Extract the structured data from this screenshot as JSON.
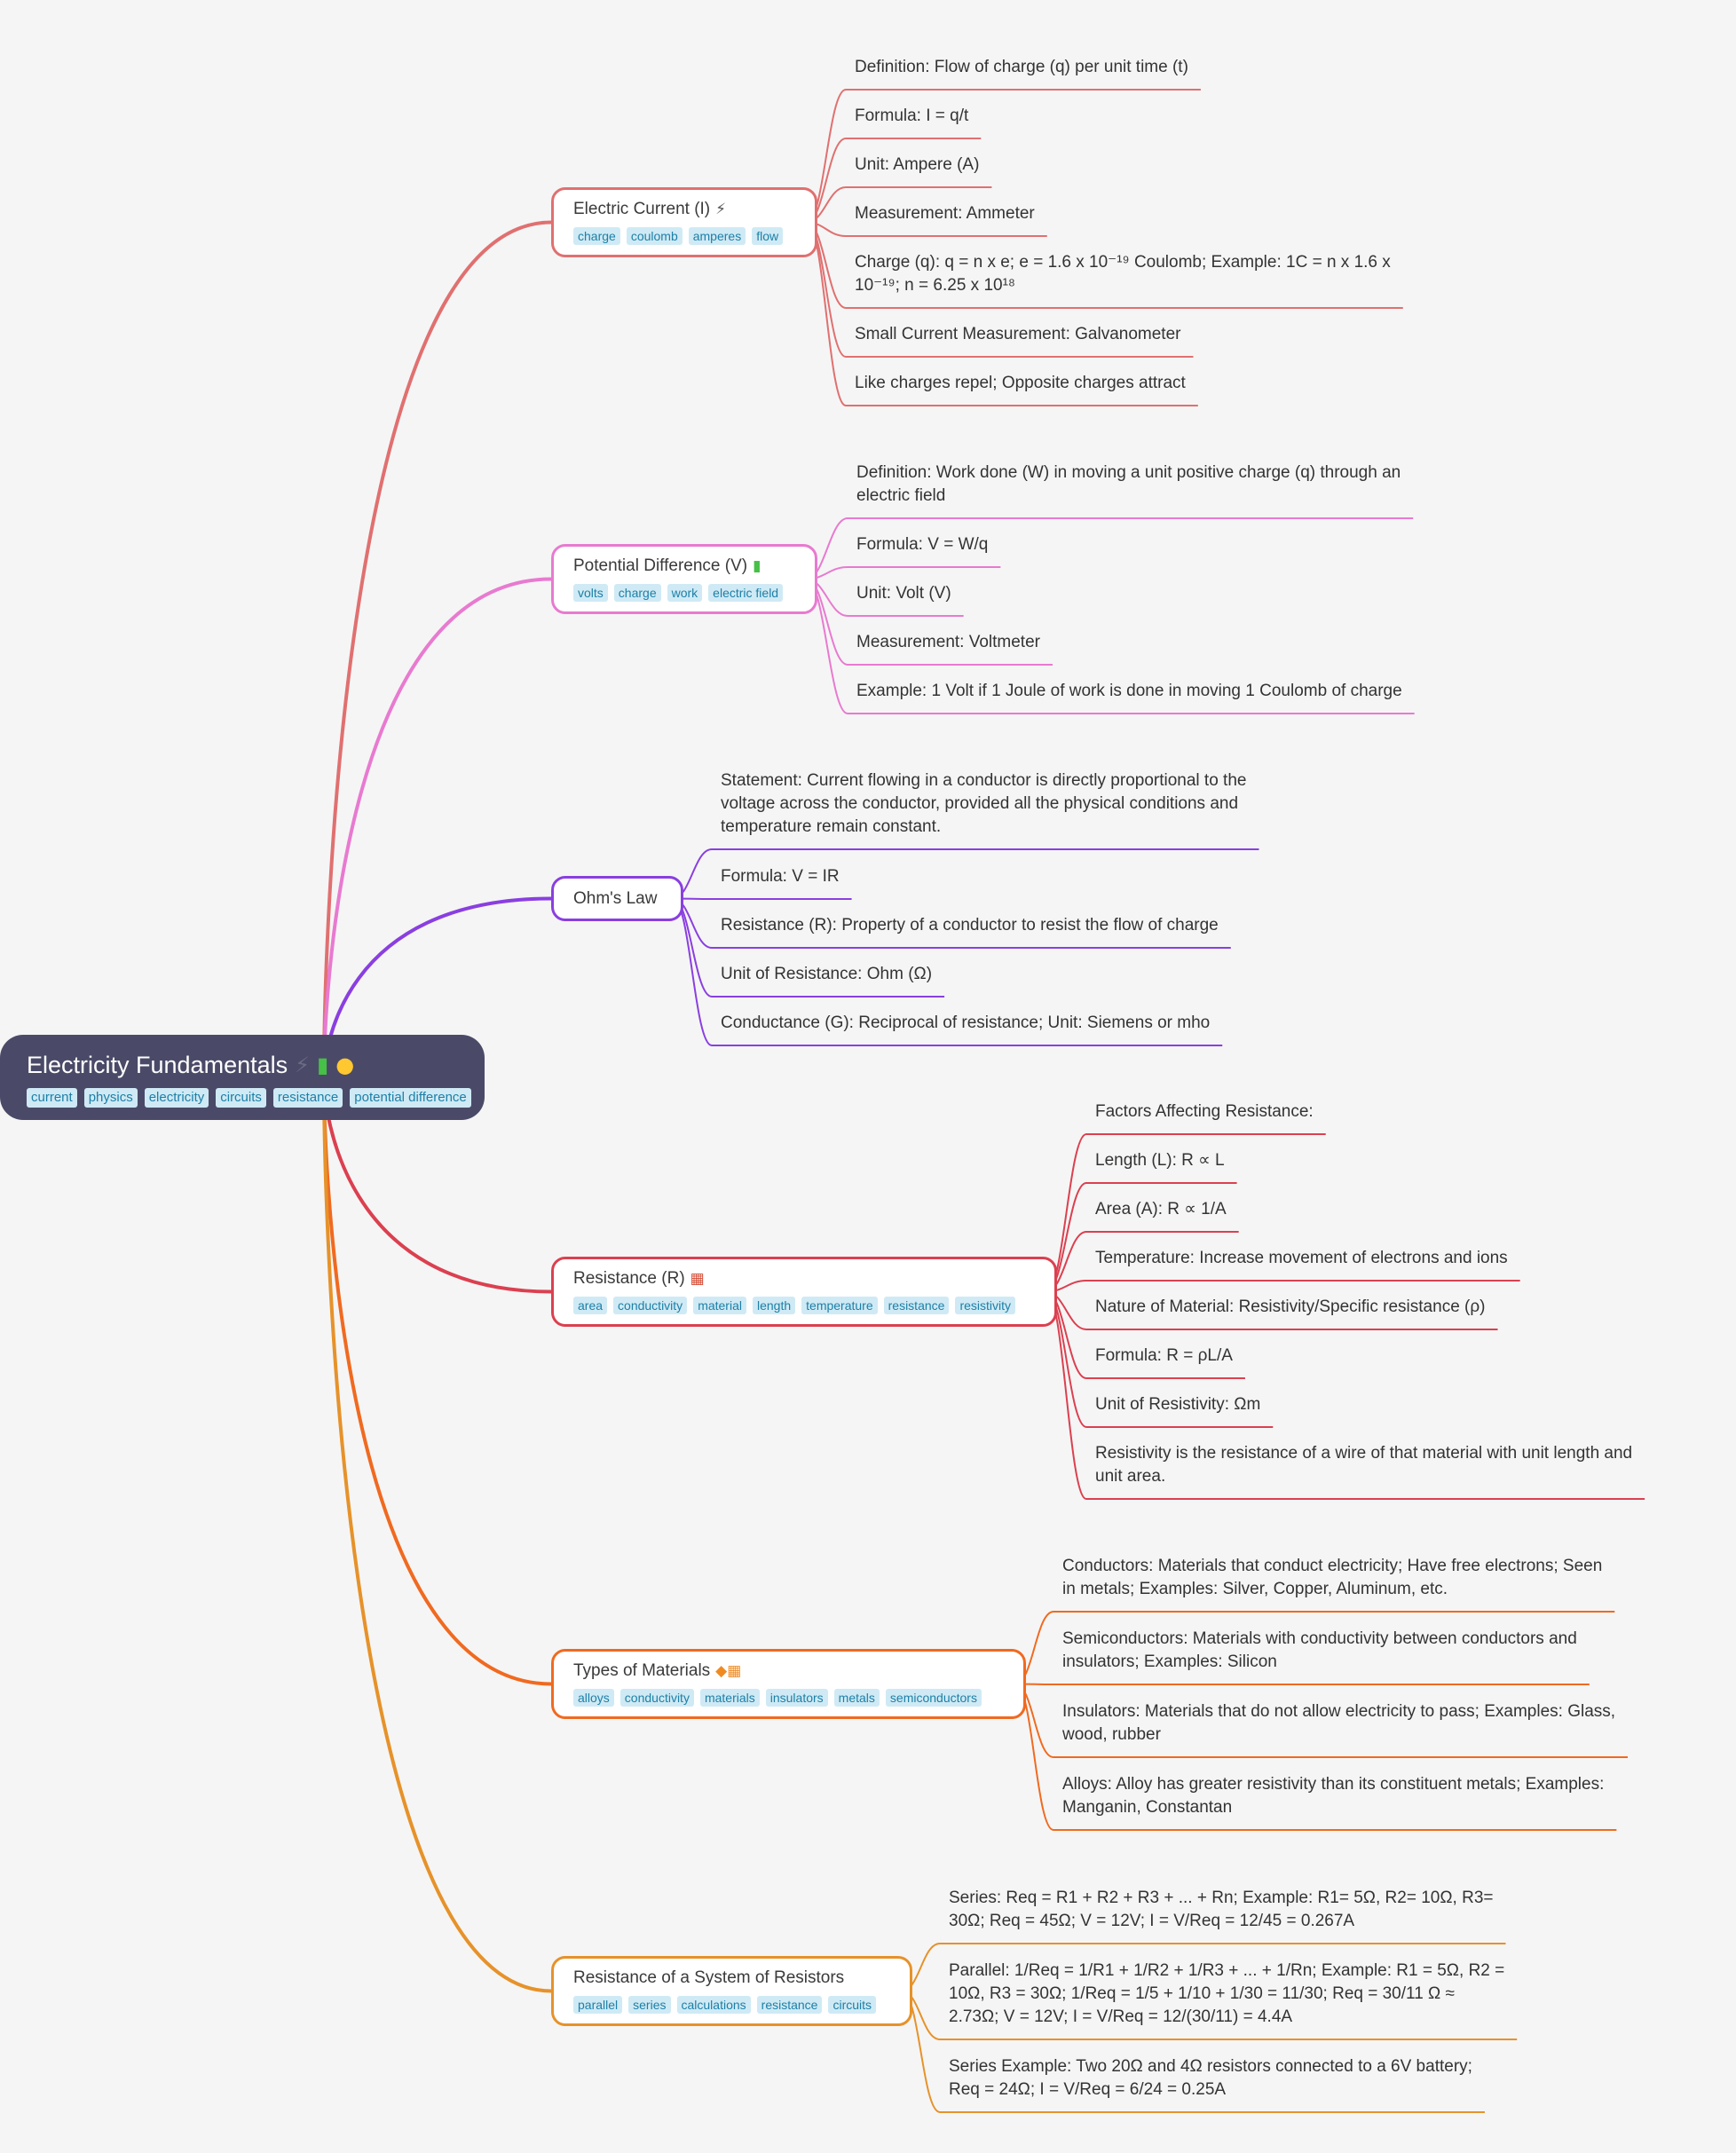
{
  "root": {
    "title": "Electricity Fundamentals",
    "icons": [
      "lightning-icon",
      "battery-icon",
      "bulb-icon"
    ],
    "tags": [
      "current",
      "physics",
      "electricity",
      "circuits",
      "resistance",
      "potential difference"
    ]
  },
  "branches": [
    {
      "title": "Electric Current (I)",
      "icon": "lightning-icon",
      "color": "#e07070",
      "tags": [
        "charge",
        "coulomb",
        "amperes",
        "flow"
      ],
      "leaves": [
        "Definition: Flow of charge (q) per unit time (t)",
        "Formula: I = q/t",
        "Unit: Ampere (A)",
        "Measurement: Ammeter",
        "Charge (q): q = n x e;  e = 1.6 x 10⁻¹⁹ Coulomb; Example: 1C = n x 1.6 x 10⁻¹⁹; n = 6.25 x 10¹⁸",
        "Small Current Measurement: Galvanometer",
        "Like charges repel; Opposite charges attract"
      ]
    },
    {
      "title": "Potential Difference (V)",
      "icon": "battery-icon",
      "color": "#e87ad0",
      "tags": [
        "volts",
        "charge",
        "work",
        "electric field"
      ],
      "leaves": [
        "Definition: Work done (W) in moving a unit positive charge (q) through an electric field",
        "Formula: V = W/q",
        "Unit: Volt (V)",
        "Measurement: Voltmeter",
        "Example: 1 Volt if 1 Joule of work is done in moving 1 Coulomb of charge"
      ]
    },
    {
      "title": "Ohm's Law",
      "icon": "",
      "color": "#8a3fe0",
      "tags": [],
      "leaves": [
        "Statement: Current flowing in a conductor is directly proportional to the voltage across the conductor, provided all the physical conditions and temperature remain constant.",
        "Formula: V = IR",
        "Resistance (R): Property of a conductor to resist the flow of charge",
        "Unit of Resistance: Ohm (Ω)",
        "Conductance (G): Reciprocal of resistance; Unit: Siemens or mho"
      ]
    },
    {
      "title": "Resistance (R)",
      "icon": "brick-icon",
      "color": "#db4050",
      "tags": [
        "area",
        "conductivity",
        "material",
        "length",
        "temperature",
        "resistance",
        "resistivity"
      ],
      "leaves": [
        "Factors Affecting Resistance:",
        "Length (L): R ∝ L",
        "Area (A): R ∝ 1/A",
        "Temperature: Increase movement of electrons and ions",
        "Nature of Material: Resistivity/Specific resistance (ρ)",
        "Formula: R = ρL/A",
        "Unit of Resistivity: Ωm",
        "Resistivity is the resistance of a wire of that material with unit length and unit area."
      ]
    },
    {
      "title": "Types of Materials",
      "icon": "diamond-brick-icon",
      "color": "#f06a20",
      "tags": [
        "alloys",
        "conductivity",
        "materials",
        "insulators",
        "metals",
        "semiconductors"
      ],
      "leaves": [
        "Conductors: Materials that conduct electricity; Have free electrons; Seen in metals; Examples: Silver, Copper, Aluminum, etc.",
        "Semiconductors: Materials with conductivity between conductors and insulators; Examples: Silicon",
        "Insulators: Materials that do not allow electricity to pass; Examples: Glass, wood, rubber",
        "Alloys: Alloy has greater resistivity than its constituent metals; Examples: Manganin, Constantan"
      ]
    },
    {
      "title": "Resistance of a System of Resistors",
      "icon": "",
      "color": "#e6922a",
      "tags": [
        "parallel",
        "series",
        "calculations",
        "resistance",
        "circuits"
      ],
      "leaves": [
        "Series: Req = R1 + R2 + R3 + ... + Rn; Example: R1= 5Ω, R2= 10Ω, R3= 30Ω; Req = 45Ω; V = 12V; I = V/Req = 12/45 = 0.267A",
        "Parallel: 1/Req = 1/R1 + 1/R2 + 1/R3 + ... + 1/Rn; Example: R1 = 5Ω, R2 = 10Ω, R3 = 30Ω; 1/Req = 1/5 + 1/10 + 1/30 = 11/30; Req = 30/11 Ω ≈ 2.73Ω; V = 12V; I = V/Req = 12/(30/11) = 4.4A",
        "Series Example: Two 20Ω and 4Ω resistors connected to a 6V battery; Req = 24Ω; I = V/Req = 6/24 = 0.25A"
      ]
    }
  ]
}
